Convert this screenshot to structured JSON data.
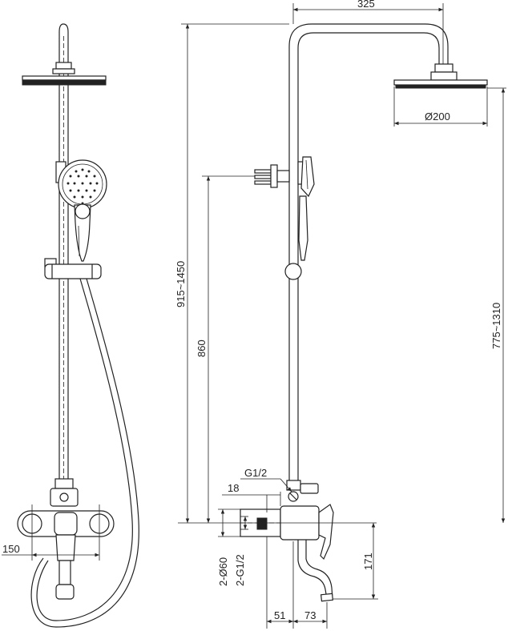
{
  "dimensions": {
    "top_width": "325",
    "head_diameter": "Ø200",
    "overall_height": "915~1450",
    "holder_height": "860",
    "head_height": "775~1310",
    "inlet_thread": "G1/2",
    "inlet_offset": "18",
    "spout_drop": "171",
    "inlet_diameter": "2-Ø60",
    "inlet_thread_pair": "2-G1/2",
    "spout_depth_a": "51",
    "spout_depth_b": "73",
    "centers": "150"
  }
}
